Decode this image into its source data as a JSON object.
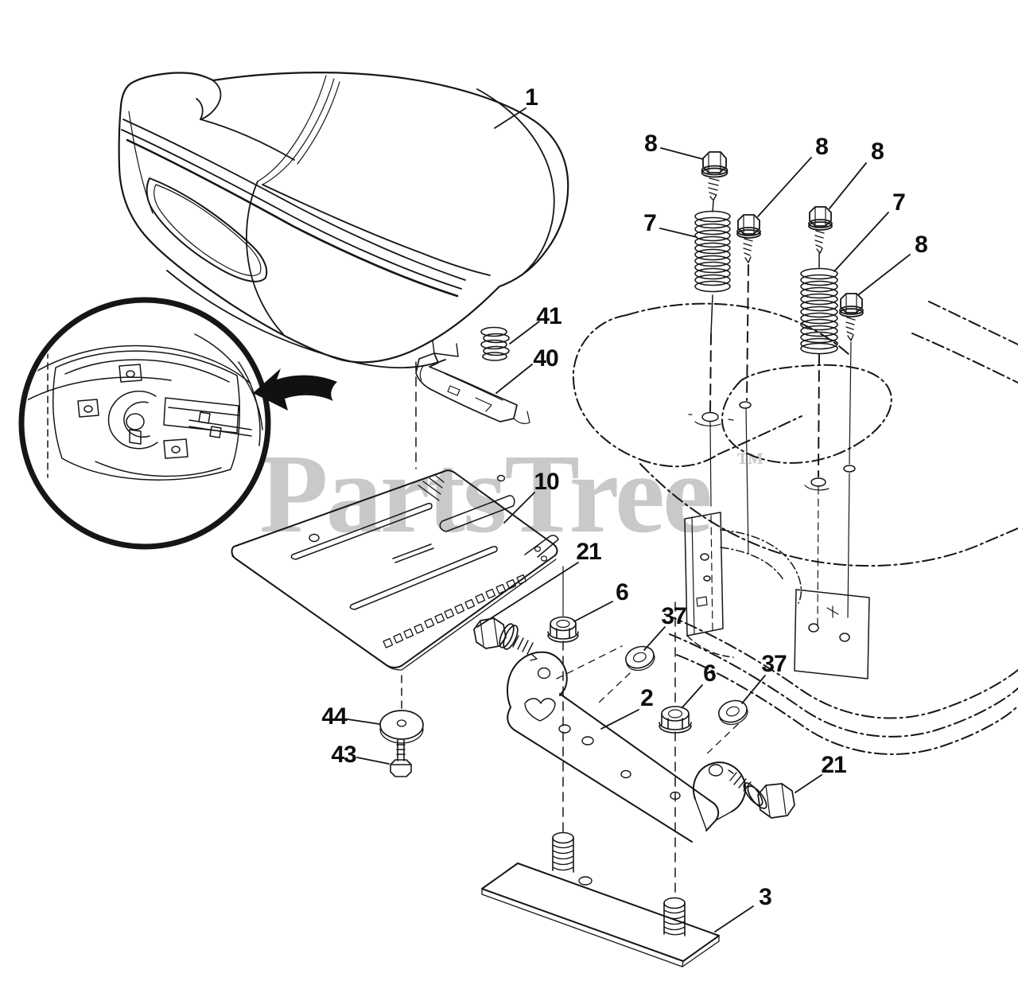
{
  "watermark": {
    "text": "PartsTree",
    "trademark": "™",
    "color": "#c9c9c9"
  },
  "colors": {
    "watermark": "#c9c9c9",
    "line": "#161616",
    "background": "#ffffff"
  },
  "callouts": [
    {
      "part": "1",
      "label": "1"
    },
    {
      "part": "8a",
      "label": "8"
    },
    {
      "part": "8b",
      "label": "8"
    },
    {
      "part": "8c",
      "label": "8"
    },
    {
      "part": "7a",
      "label": "7"
    },
    {
      "part": "7b",
      "label": "7"
    },
    {
      "part": "8d",
      "label": "8"
    },
    {
      "part": "41",
      "label": "41"
    },
    {
      "part": "40",
      "label": "40"
    },
    {
      "part": "10",
      "label": "10"
    },
    {
      "part": "21a",
      "label": "21"
    },
    {
      "part": "6a",
      "label": "6"
    },
    {
      "part": "37a",
      "label": "37"
    },
    {
      "part": "2",
      "label": "2"
    },
    {
      "part": "6b",
      "label": "6"
    },
    {
      "part": "37b",
      "label": "37"
    },
    {
      "part": "21b",
      "label": "21"
    },
    {
      "part": "44",
      "label": "44"
    },
    {
      "part": "43",
      "label": "43"
    },
    {
      "part": "3",
      "label": "3"
    }
  ]
}
